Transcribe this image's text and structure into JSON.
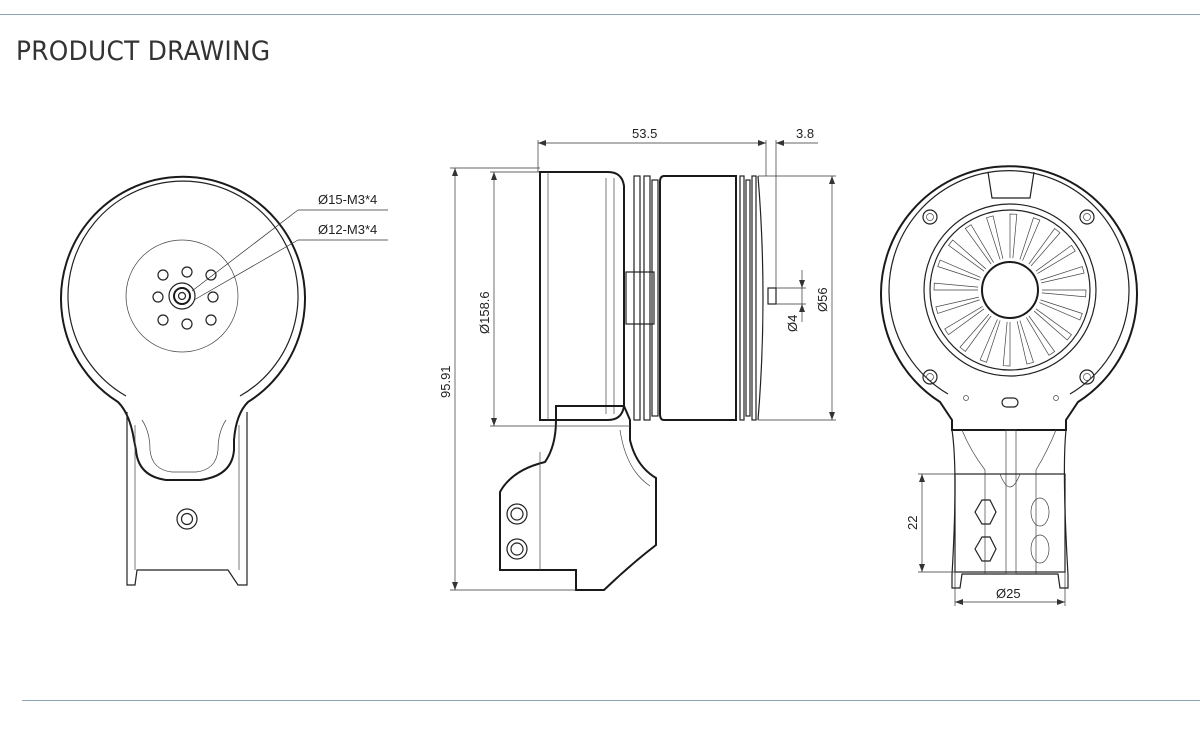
{
  "header": {
    "title": "PRODUCT DRAWING"
  },
  "colors": {
    "rule": "#8aa3b5",
    "title": "#333333",
    "line": "#222222"
  },
  "front_view": {
    "callouts": {
      "hole_pattern_outer": "Ø15-M3*4",
      "hole_pattern_inner": "Ø12-M3*4"
    }
  },
  "side_view": {
    "dimensions": {
      "length": "53.5",
      "shaft_offset": "3.8",
      "rotor_diameter": "Ø158.6",
      "overall_height": "95.91",
      "shaft_diameter": "Ø4",
      "stator_diameter": "Ø56"
    }
  },
  "rear_view": {
    "dimensions": {
      "mount_height": "22",
      "tube_diameter": "Ø25"
    }
  }
}
